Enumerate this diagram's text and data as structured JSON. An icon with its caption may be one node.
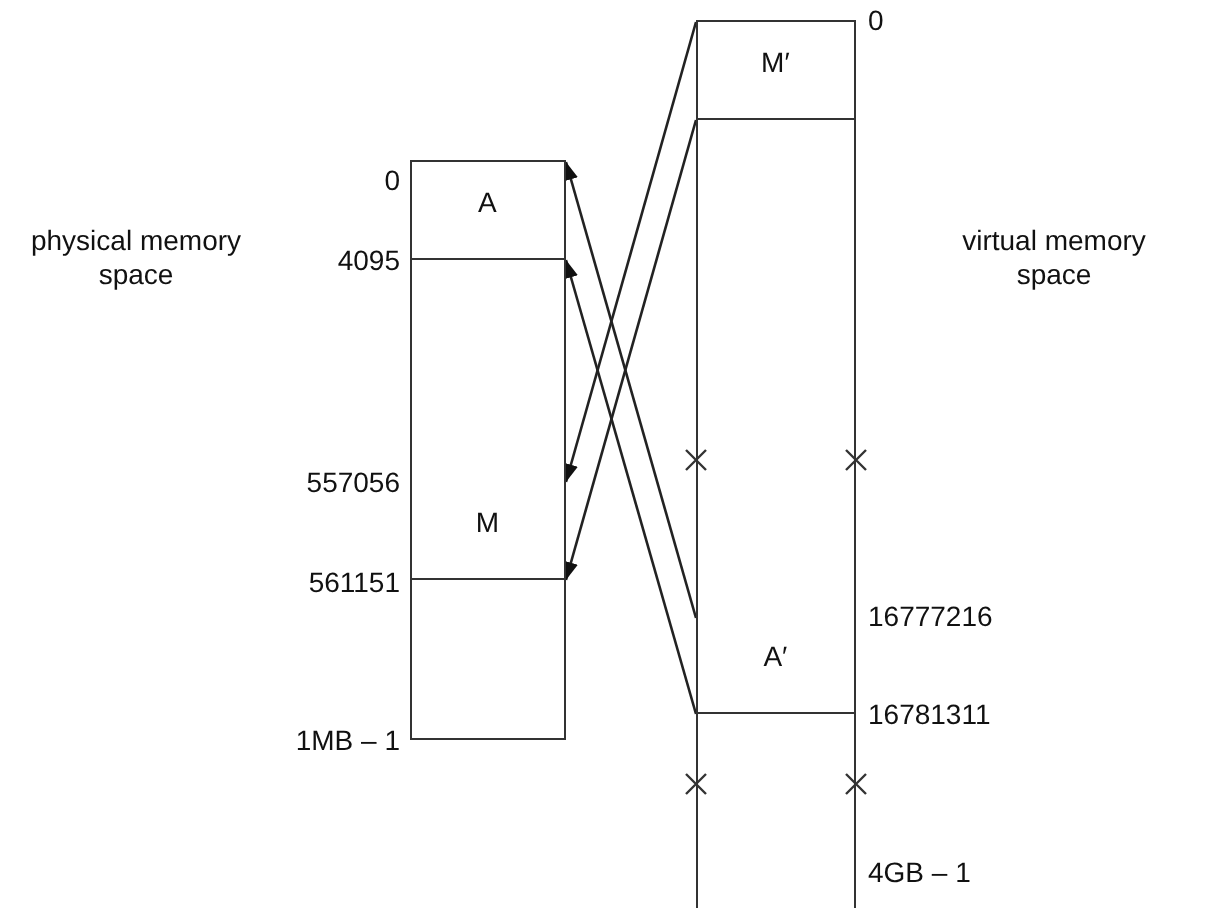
{
  "diagram": {
    "nodes": [
      {
        "text": [],
        "shape": "box"
      },
      {
        "text": [
          "A"
        ],
        "in": 0
      },
      {
        "text": [
          "M"
        ],
        "in": 0
      },
      {
        "text": [],
        "shape": "box"
      },
      {
        "text": [
          "M′"
        ],
        "in": 3
      },
      {
        "text": [
          "A′"
        ],
        "in": 3
      }
    ],
    "edges": [
      {
        "from": 5,
        "to": 1,
        "arrow": "to"
      },
      {
        "from": 5,
        "to": 1,
        "arrow": "to"
      },
      {
        "from": 4,
        "to": 2,
        "arrow": "to"
      },
      {
        "from": 4,
        "to": 2,
        "arrow": "to"
      }
    ],
    "labels": [
      "0",
      "0",
      "4095",
      "physical memory space",
      "virtual memory space",
      "557056",
      "561151",
      "16777216",
      "16781311",
      "1MB – 1",
      "4GB – 1"
    ]
  }
}
